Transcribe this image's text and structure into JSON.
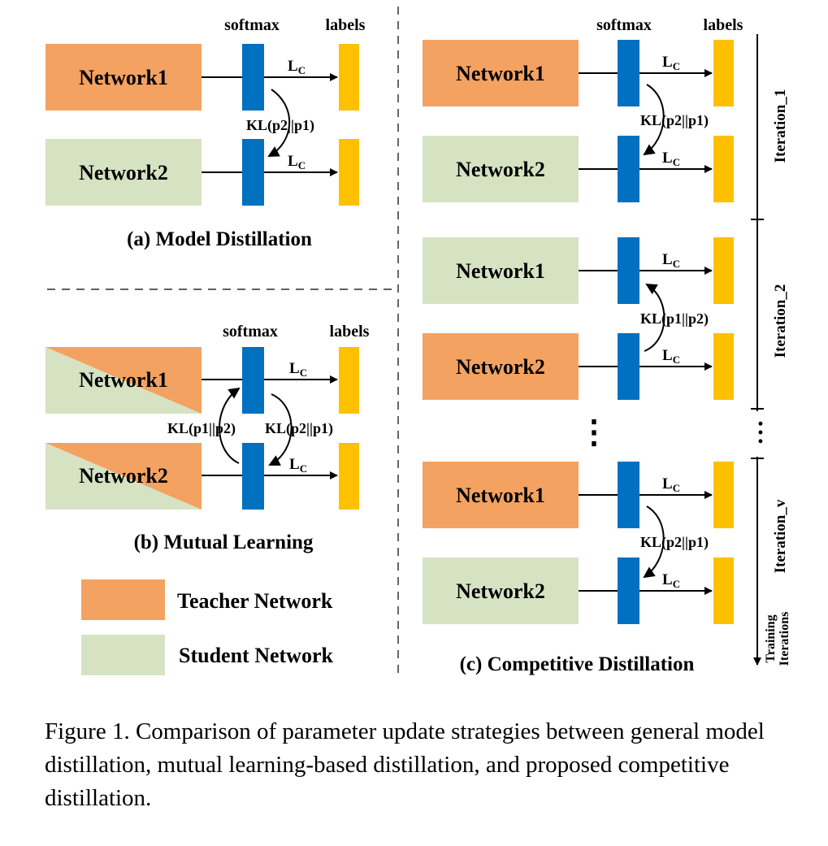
{
  "labels": {
    "network1": "Network1",
    "network2": "Network2",
    "softmax": "softmax",
    "labels": "labels",
    "loss_main": "L",
    "loss_sub": "C",
    "kl_p2_p1": "KL(p2||p1)",
    "kl_p1_p2": "KL(p1||p2)",
    "dots": "⋮",
    "dots_horizontal": "• • •"
  },
  "panels": {
    "a_title": "(a) Model Distillation",
    "b_title": "(b) Mutual Learning",
    "c_title": "(c) Competitive Distillation"
  },
  "legend": {
    "teacher": "Teacher Network",
    "student": "Student Network"
  },
  "iterations": {
    "iter1": "Iteration_1",
    "iter2": "Iteration_2",
    "iterv": "Iteration_v",
    "axis_line1": "Training",
    "axis_line2": "Iterations"
  },
  "caption": "Figure 1. Comparison of parameter update strategies between general model distillation, mutual learning-based distillation, and proposed competitive distillation.",
  "colors": {
    "teacher": "#F4A261",
    "student": "#D6E3C3",
    "softmax": "#0070C0",
    "labels": "#FFC000"
  }
}
